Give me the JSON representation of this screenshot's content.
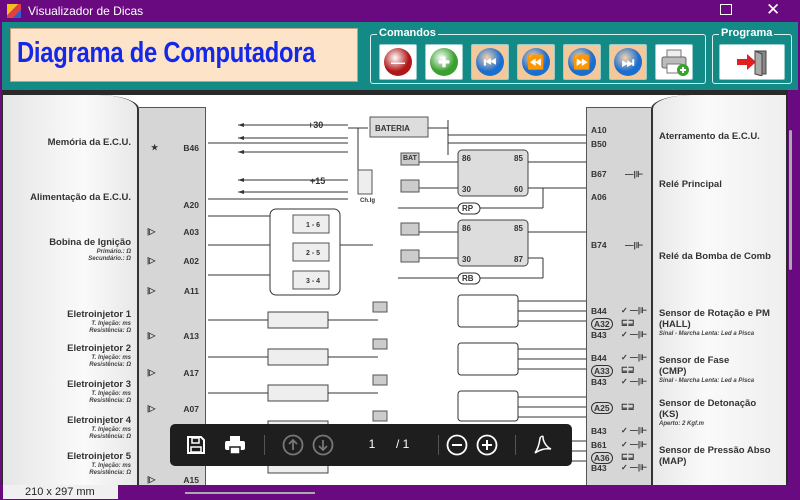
{
  "window": {
    "title": "Visualizador de Dicas"
  },
  "header": {
    "title": "Diagrama de Computadora",
    "comandos_label": "Comandos",
    "programa_label": "Programa",
    "commands": [
      {
        "icon": "minus-circle-icon",
        "color": "#b01818"
      },
      {
        "icon": "plus-circle-icon",
        "color": "#3aa030"
      },
      {
        "icon": "first-page-icon",
        "color": "#1a6ed0"
      },
      {
        "icon": "rewind-icon",
        "color": "#1a6ed0"
      },
      {
        "icon": "fast-forward-icon",
        "color": "#1a6ed0"
      },
      {
        "icon": "last-page-icon",
        "color": "#1a6ed0"
      },
      {
        "icon": "print-add-icon",
        "color": "#3aa030"
      }
    ],
    "exit_icon": "exit-door-icon"
  },
  "diagram": {
    "left_labels": [
      {
        "title": "Memória da E.C.U."
      },
      {
        "title": "Alimentação da E.C.U."
      },
      {
        "title": "Bobina de Ignição",
        "subs": [
          "Primário.: Ω",
          "Secundário.: Ω"
        ]
      },
      {
        "title": "Eletroinjetor 1",
        "subs": [
          "T. Injeção: ms",
          "Resistência: Ω"
        ]
      },
      {
        "title": "Eletroinjetor 2",
        "subs": [
          "T. Injeção: ms",
          "Resistência: Ω"
        ]
      },
      {
        "title": "Eletroinjetor 3",
        "subs": [
          "T. Injeção: ms",
          "Resistência: Ω"
        ]
      },
      {
        "title": "Eletroinjetor 4",
        "subs": [
          "T. Injeção: ms",
          "Resistência: Ω"
        ]
      },
      {
        "title": "Eletroinjetor 5",
        "subs": [
          "T. Injeção: ms",
          "Resistência: Ω"
        ]
      }
    ],
    "left_pins": [
      "B46",
      "A20",
      "A03",
      "A02",
      "A11",
      "A13",
      "A17",
      "A07",
      "A15"
    ],
    "right_pins": [
      "A10",
      "B50",
      "B67",
      "A06",
      "B74",
      "B44",
      "A32",
      "B43",
      "B44",
      "A33",
      "B43",
      "A25",
      "B43",
      "B61",
      "A36",
      "B43"
    ],
    "right_labels": [
      {
        "title": "Aterramento da E.C.U."
      },
      {
        "title": "Relé Principal"
      },
      {
        "title": "Relé da Bomba de Comb"
      },
      {
        "title": "Sensor de Rotação e PM",
        "lines": [
          "(HALL)"
        ],
        "sub": "Sinal - Marcha Lenta: Led a Pisca"
      },
      {
        "title": "Sensor de Fase",
        "lines": [
          "(CMP)"
        ],
        "sub": "Sinal - Marcha Lenta: Led a Pisca"
      },
      {
        "title": "Sensor de Detonação",
        "lines": [
          "(KS)"
        ],
        "sub": "Aperto: 2 Kgf.m"
      },
      {
        "title": "Sensor de Pressão Abso",
        "lines": [
          "(MAP)"
        ]
      }
    ],
    "center": {
      "battery": "BATERIA",
      "plus30": "+30",
      "plus15": "+15",
      "key": "Ch.Ig",
      "relay_main": "RP",
      "relay_pump": "RB",
      "relay_pins": [
        "86",
        "85",
        "30",
        "60",
        "86",
        "85",
        "30",
        "87"
      ],
      "coil_pairs": [
        "1 - 6",
        "2 - 5",
        "3 - 4"
      ],
      "fuse": "BAT"
    }
  },
  "status": {
    "page_size": "210 x 297 mm"
  },
  "pdf_toolbar": {
    "page_current": "1",
    "page_total": "/ 1"
  }
}
